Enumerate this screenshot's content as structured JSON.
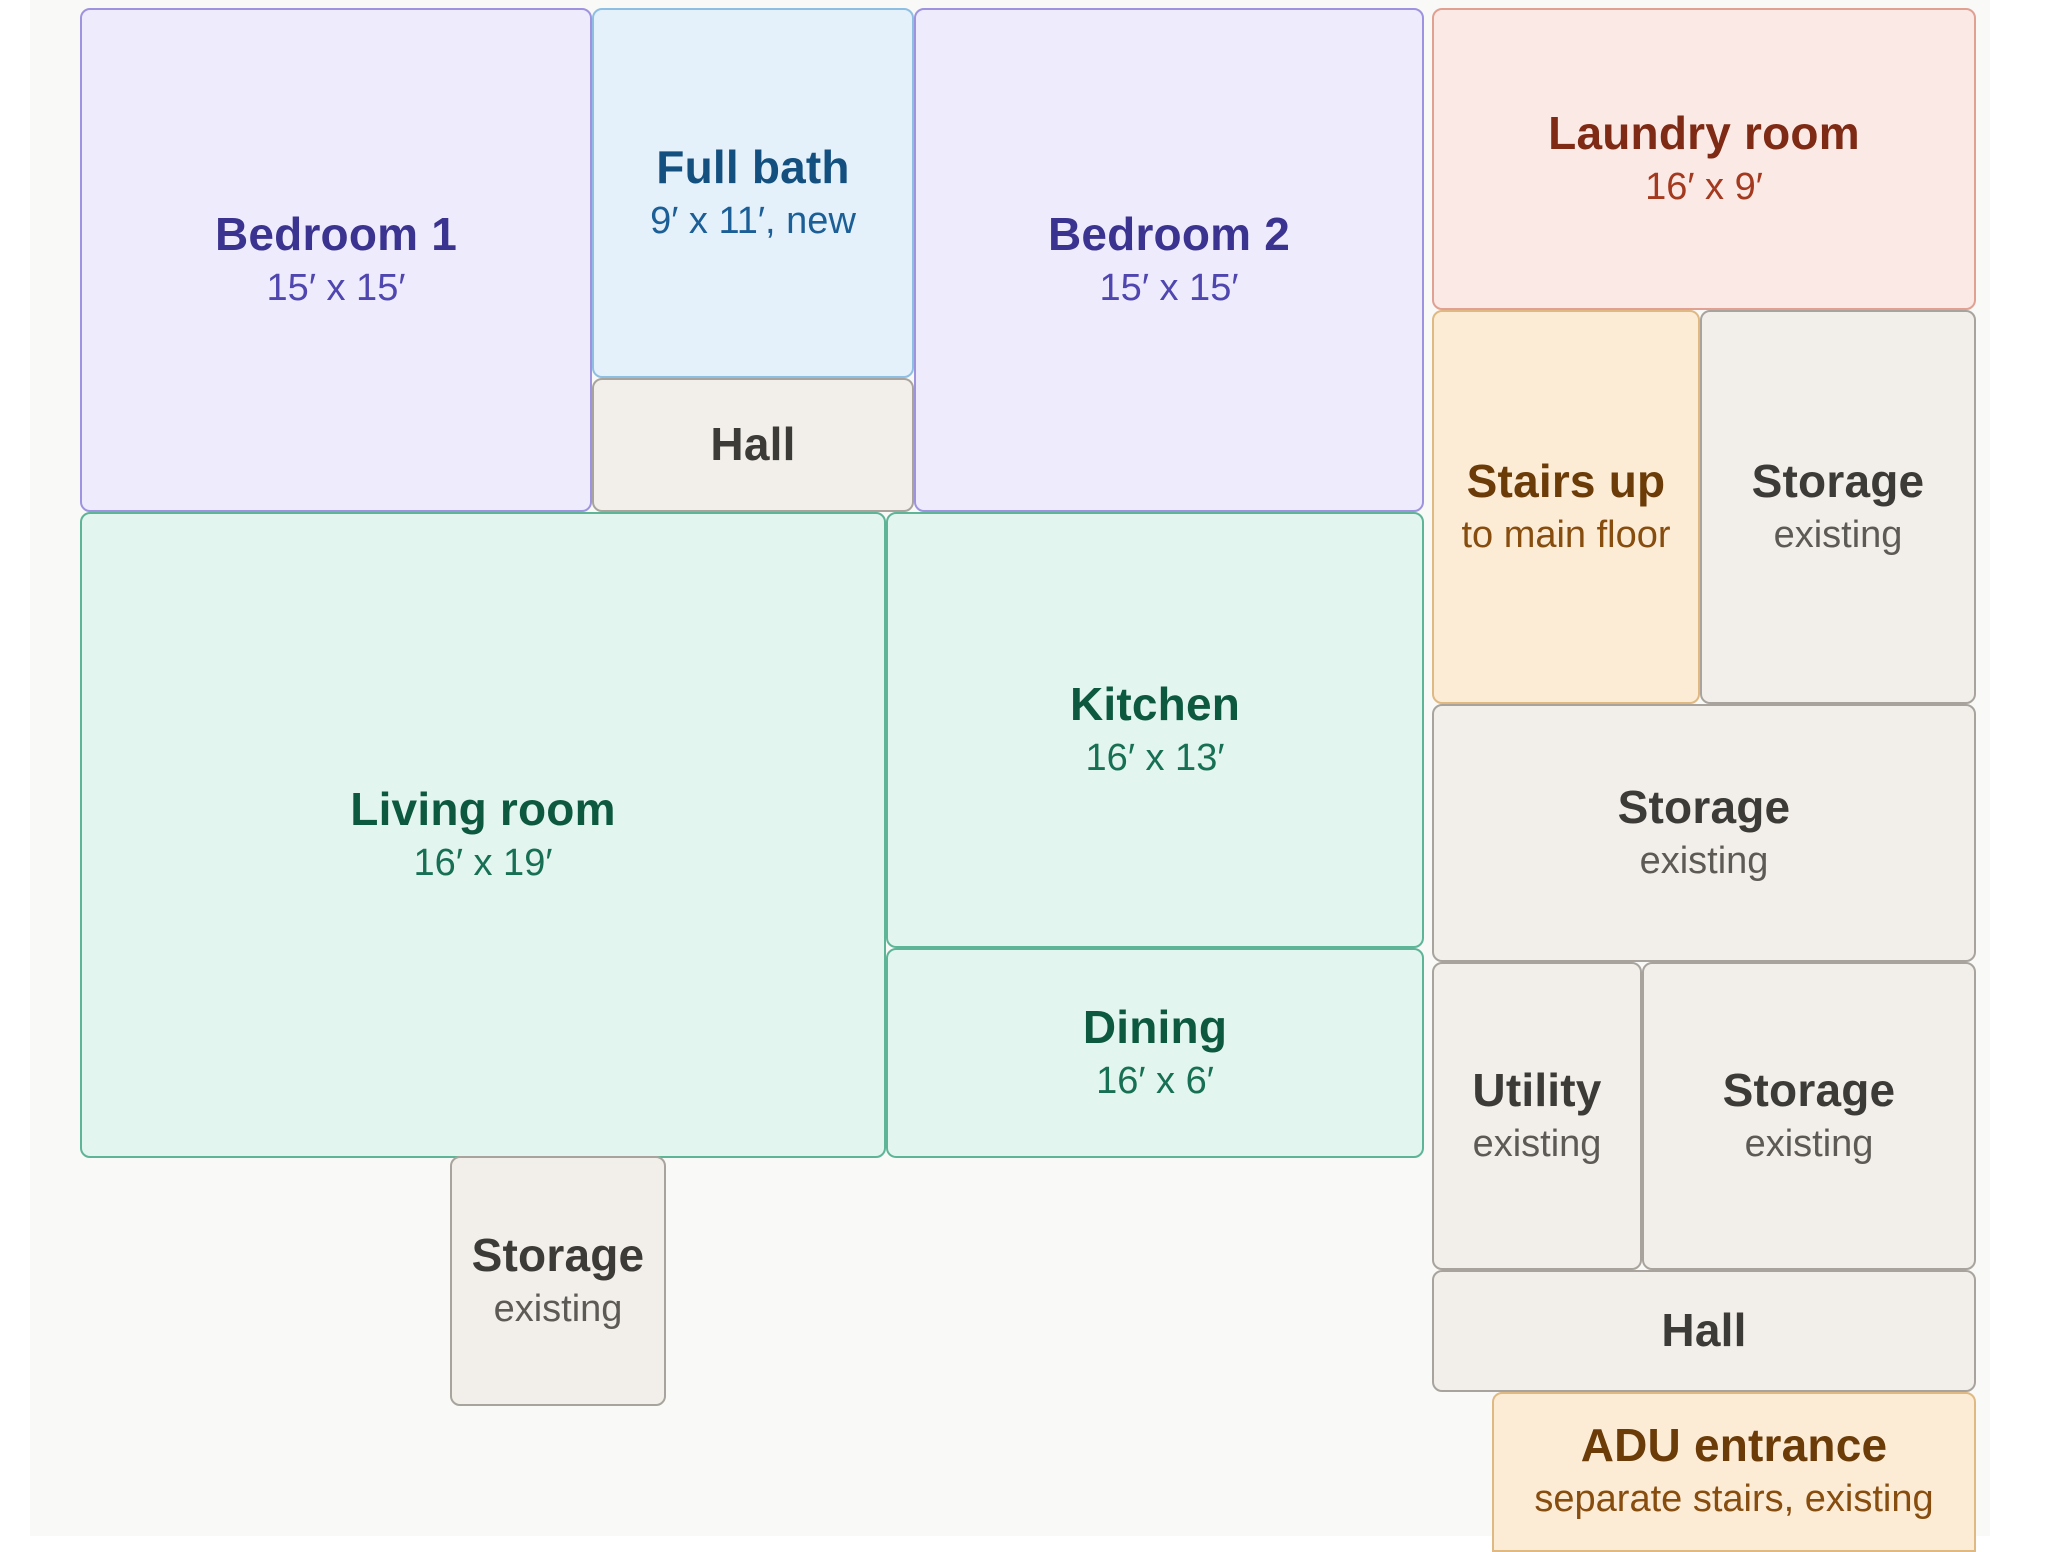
{
  "colors": {
    "bedroom": "#eeecfc",
    "bath": "#e4f1fb",
    "living": "#e2f5ef",
    "storage": "#f2efea",
    "laundry": "#fbe9e5",
    "stairs": "#fcecd6"
  },
  "rooms": {
    "bedroom1": {
      "name": "Bedroom 1",
      "sub": "15′ x 15′"
    },
    "full_bath": {
      "name": "Full bath",
      "sub": "9′ x 11′, new"
    },
    "hall_top": {
      "name": "Hall"
    },
    "bedroom2": {
      "name": "Bedroom 2",
      "sub": "15′ x 15′"
    },
    "laundry": {
      "name": "Laundry room",
      "sub": "16′ x 9′"
    },
    "stairs_up": {
      "name": "Stairs up",
      "sub": "to main floor"
    },
    "storage_a": {
      "name": "Storage",
      "sub": "existing"
    },
    "living": {
      "name": "Living room",
      "sub": "16′ x 19′"
    },
    "kitchen": {
      "name": "Kitchen",
      "sub": "16′ x 13′"
    },
    "storage_b": {
      "name": "Storage",
      "sub": "existing"
    },
    "dining": {
      "name": "Dining",
      "sub": "16′ x 6′"
    },
    "utility": {
      "name": "Utility",
      "sub": "existing"
    },
    "storage_c": {
      "name": "Storage",
      "sub": "existing"
    },
    "storage_d": {
      "name": "Storage",
      "sub": "existing"
    },
    "hall_bottom": {
      "name": "Hall"
    },
    "adu_entrance": {
      "name": "ADU entrance",
      "sub": "separate stairs, existing"
    }
  }
}
